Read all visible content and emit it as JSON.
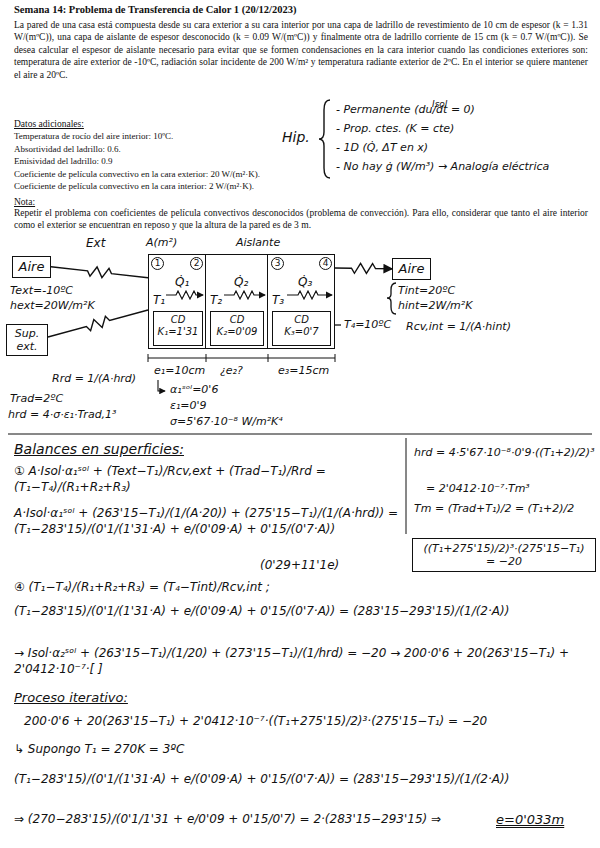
{
  "diagram": {
    "title": "Semana 14: Problema de Transferencia de Calor 1 (20/12/2023)",
    "nodes": [
      {
        "text": [
          "Aire"
        ]
      },
      {
        "text": [
          "Sup. ext."
        ]
      },
      {
        "text": [
          "T₁",
          "Q̇₁"
        ]
      },
      {
        "text": [
          "CD",
          "K₁=1'31"
        ],
        "in": 2
      },
      {
        "text": [
          "T₂",
          "Q̇₂"
        ]
      },
      {
        "text": [
          "CD",
          "K₂=0'09"
        ],
        "in": 4
      },
      {
        "text": [
          "T₃",
          "Q̇₃"
        ]
      },
      {
        "text": [
          "CD",
          "K₃=0'7"
        ],
        "in": 6
      },
      {
        "text": [
          "Aire"
        ]
      },
      {
        "text": [
          "((T₁+275'15)/2)³·(275'15−T₁) = −20"
        ]
      }
    ],
    "edges": [
      {
        "from": 0,
        "to": 2,
        "arrow": "none"
      },
      {
        "from": 1,
        "to": 2,
        "arrow": "none"
      },
      {
        "from": 6,
        "to": 8,
        "arrow": "to"
      }
    ],
    "labels": [
      "La pared de una casa está compuesta desde su cara exterior a su cara interior por una capa de ladrillo de revestimiento de 10 cm de espesor (k = 1.31 W/(mºC)), una capa de aislante de espesor desconocido (k = 0.09 W/(mºC)) y finalmente otra de ladrillo corriente de 15 cm (k = 0.7 W/(mºC)). Se desea calcular el espesor de aislante necesario para evitar que se formen condensaciones en la cara interior cuando las condiciones exteriores son: temperatura de aire exterior de -10ºC, radiación solar incidente de 200 W/m² y temperatura radiante exterior de 2ºC. En el interior se quiere mantener el aire a 20ºC.",
      "Isol",
      "Datos adicionales:",
      "Temperatura de rocío del aire interior: 10ºC.",
      "Absortividad del ladrillo: 0.6.",
      "Emisividad del ladrillo: 0.9",
      "Coeficiente de película convectivo en la cara exterior: 20 W/(m²·K).",
      "Coeficiente de película convectivo en la cara interior: 2 W/(m²·K).",
      "Hip.",
      "- Permanente (du/dt = 0)",
      "- Prop. ctes. (K = cte)",
      "- 1D (Q̇, ΔT en x)",
      "- No hay ġ (W/m³) → Analogía eléctrica",
      "Nota:",
      "Repetir el problema con coeficientes de película convectivos desconocidos (problema de convección). Para ello, considerar que tanto el aire interior como el exterior se encuentran en reposo y que la altura de la pared es de 3 m.",
      "Ext",
      "A(m²)",
      "Aislante",
      "Text=-10ºC",
      "hext=20W/m²K",
      "Trad=2ºC",
      "hrd = 4·σ·ε₁·Trad,1³",
      "Rrd = 1/(A·hrd)",
      "1",
      "2",
      "3",
      "4",
      "T₄=10ºC",
      "Tint=20ºC",
      "hint=2W/m²K",
      "Rcv,int = 1/(A·hint)",
      "e₁=10cm",
      "¿e₂?",
      "e₃=15cm",
      "α₁ˢᵒˡ=0'6",
      "ε₁=0'9",
      "σ=5'67·10⁻⁸ W/m²K⁴",
      "Balances en superficies:",
      "hrd = 4·5'67·10⁻⁸·0'9·((T₁+2)/2)³",
      "= 2'0412·10⁻⁷·Tm³",
      "Tm = (Trad+T₁)/2 = (T₁+2)/2",
      "① A·Isol·α₁ˢᵒˡ + (Text−T₁)/Rcv,ext + (Trad−T₁)/Rrd = (T₁−T₄)/(R₁+R₂+R₃)",
      "A·Isol·α₁ˢᵒˡ + (263'15−T₁)/(1/(A·20)) + (275'15−T₁)/(1/(A·hrd)) = (T₁−283'15)/(0'1/(1'31·A) + e/(0'09·A) + 0'15/(0'7·A))",
      "(0'29+11'1e)",
      "④ (T₁−T₄)/(R₁+R₂+R₃) = (T₄−Tint)/Rcv,int ;",
      "(T₁−283'15)/(0'1/(1'31·A) + e/(0'09·A) + 0'15/(0'7·A)) = (283'15−293'15)/(1/(2·A))",
      "→ Isol·α₂ˢᵒˡ + (263'15−T₁)/(1/20) + (273'15−T₁)/(1/hrd) = −20 → 200·0'6 + 20(263'15−T₁) + 2'0412·10⁻⁷·[ ]",
      "Proceso iterativo:",
      "200·0'6 + 20(263'15−T₁) + 2'0412·10⁻⁷·((T₁+275'15)/2)³·(275'15−T₁) = −20",
      "↳ Supongo T₁ = 270K = 3ºC",
      "(T₁−283'15)/(0'1/(1'31·A) + e/(0'09·A) + 0'15/(0'7·A)) = (283'15−293'15)/(1/(2·A))",
      "⇒ (270−283'15)/(0'1/1'31 + e/0'09 + 0'15/0'7) = 2·(283'15−293'15) ⇒",
      "e=0'033m"
    ]
  }
}
